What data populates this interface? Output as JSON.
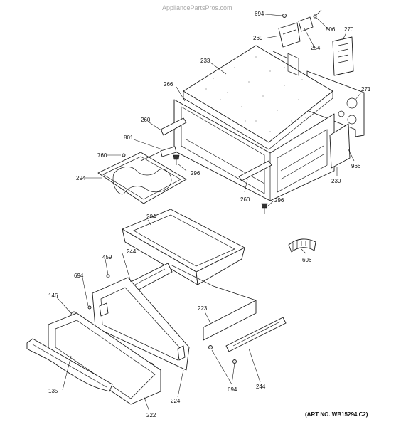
{
  "watermark": "AppliancePartsPros.com",
  "art_number": "(ART NO. WB15294 C2)",
  "part_labels": [
    "694",
    "806",
    "269",
    "254",
    "270",
    "233",
    "271",
    "266",
    "260",
    "801",
    "760",
    "296",
    "294",
    "966",
    "230",
    "260",
    "296",
    "204",
    "606",
    "459",
    "244",
    "694",
    "146",
    "223",
    "135",
    "224",
    "694",
    "244",
    "222"
  ]
}
